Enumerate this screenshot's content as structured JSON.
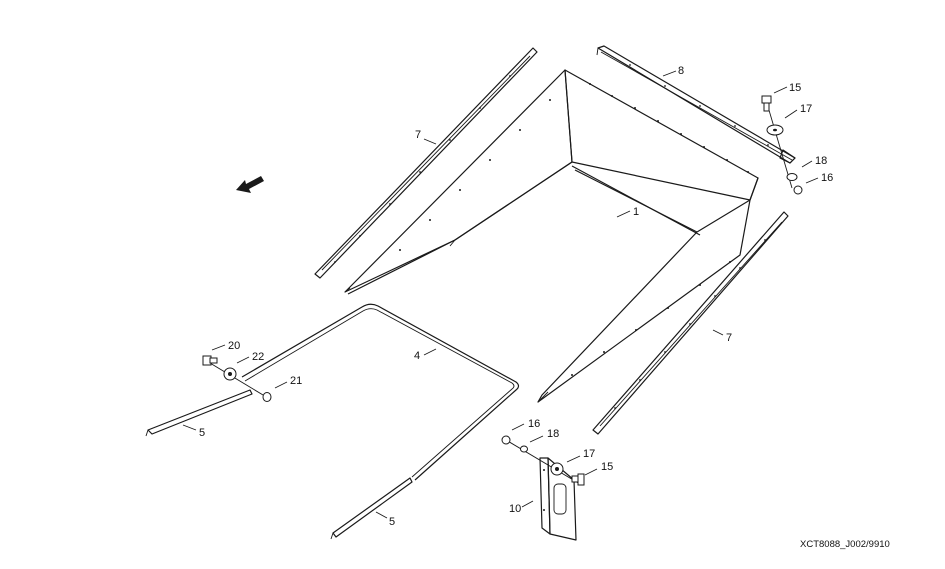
{
  "callouts": {
    "c1": "1",
    "c4": "4",
    "c5a": "5",
    "c5b": "5",
    "c7a": "7",
    "c7b": "7",
    "c8": "8",
    "c10": "10",
    "c15a": "15",
    "c15b": "15",
    "c16a": "16",
    "c16b": "16",
    "c17a": "17",
    "c17b": "17",
    "c18a": "18",
    "c18b": "18",
    "c20": "20",
    "c21": "21",
    "c22": "22"
  },
  "drawing_code": "XCT8088_J002/9910",
  "icons": {
    "direction_arrow": "direction-arrow-icon"
  }
}
